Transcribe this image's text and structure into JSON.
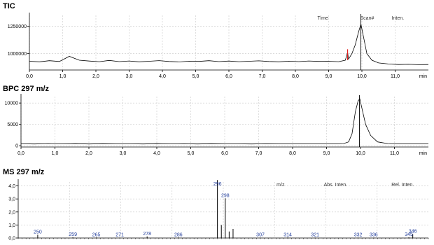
{
  "panels": {
    "tic_title": "TIC",
    "bpc_title": "BPC 297 m/z",
    "ms_title": "MS 297 m/z"
  },
  "colors": {
    "trace": "#000000",
    "grid": "#c8c8c8",
    "marker": "#e02020",
    "mz_label": "#1f3b9a",
    "axis": "#000000"
  },
  "chart_data": [
    {
      "type": "line",
      "title": "TIC",
      "xunit": "min",
      "xlim": [
        0,
        12.0
      ],
      "ylim": [
        850000,
        1350000
      ],
      "xticks": [
        "0,0",
        "1,0",
        "2,0",
        "3,0",
        "4,0",
        "5,0",
        "6,0",
        "7,0",
        "8,0",
        "9,0",
        "10,0",
        "11,0"
      ],
      "yticks": [
        {
          "v": 1000000,
          "label": "1000000"
        },
        {
          "v": 1250000,
          "label": "1250000"
        }
      ],
      "header": [
        "Time",
        "Scan#",
        "Inten."
      ],
      "grid": true,
      "marker_x": 9.57,
      "cursor_x": 9.97,
      "x": [
        0.0,
        0.3,
        0.6,
        0.9,
        1.2,
        1.5,
        1.8,
        2.1,
        2.4,
        2.7,
        3.0,
        3.3,
        3.6,
        3.9,
        4.2,
        4.5,
        4.8,
        5.1,
        5.4,
        5.7,
        6.0,
        6.3,
        6.6,
        6.9,
        7.2,
        7.5,
        7.8,
        8.1,
        8.4,
        8.7,
        9.0,
        9.3,
        9.5,
        9.57,
        9.6,
        9.7,
        9.8,
        9.9,
        9.97,
        10.05,
        10.15,
        10.3,
        10.5,
        10.8,
        11.1,
        11.4,
        11.7,
        12.0
      ],
      "y": [
        930000,
        925000,
        935000,
        928000,
        975000,
        940000,
        932000,
        926000,
        938000,
        927000,
        933000,
        925000,
        930000,
        936000,
        928000,
        924000,
        931000,
        929000,
        935000,
        927000,
        932000,
        926000,
        930000,
        934000,
        928000,
        925000,
        931000,
        927000,
        933000,
        929000,
        930000,
        926000,
        940000,
        1010000,
        950000,
        1000000,
        1080000,
        1200000,
        1270000,
        1150000,
        1000000,
        940000,
        915000,
        905000,
        900000,
        902000,
        899000,
        900000
      ]
    },
    {
      "type": "line",
      "title": "BPC 297 m/z",
      "xunit": "min",
      "xlim": [
        0,
        12.0
      ],
      "ylim": [
        -300,
        11500
      ],
      "xticks": [
        "0,0",
        "1,0",
        "2,0",
        "3,0",
        "4,0",
        "5,0",
        "6,0",
        "7,0",
        "8,0",
        "9,0",
        "10,0",
        "11,0"
      ],
      "yticks": [
        {
          "v": 0,
          "label": "0"
        },
        {
          "v": 5000,
          "label": "5000"
        },
        {
          "v": 10000,
          "label": "10000"
        }
      ],
      "grid": true,
      "cursor_x": 9.97,
      "x": [
        0.0,
        0.4,
        0.8,
        1.2,
        1.6,
        2.0,
        2.4,
        2.8,
        3.2,
        3.6,
        4.0,
        4.4,
        4.8,
        5.2,
        5.6,
        6.0,
        6.4,
        6.8,
        7.2,
        7.6,
        8.0,
        8.4,
        8.8,
        9.2,
        9.5,
        9.65,
        9.75,
        9.85,
        9.93,
        9.98,
        10.05,
        10.15,
        10.3,
        10.5,
        10.8,
        11.1,
        11.4,
        11.7,
        12.0
      ],
      "y": [
        450,
        400,
        500,
        420,
        480,
        410,
        470,
        430,
        460,
        400,
        490,
        420,
        450,
        410,
        470,
        430,
        440,
        410,
        460,
        420,
        450,
        430,
        440,
        420,
        500,
        900,
        2800,
        8000,
        10500,
        11000,
        8500,
        5000,
        2400,
        900,
        500,
        420,
        460,
        430,
        450
      ]
    },
    {
      "type": "bar",
      "title": "MS 297 m/z",
      "xlim": [
        245,
        350
      ],
      "ylim": [
        0,
        4.3
      ],
      "yticks": [
        {
          "v": 0,
          "label": "0,0"
        },
        {
          "v": 1,
          "label": "1,0"
        },
        {
          "v": 2,
          "label": "2,0"
        },
        {
          "v": 3,
          "label": "3,0"
        },
        {
          "v": 4,
          "label": "4,0"
        }
      ],
      "header": [
        "m/z",
        "Abs. Inten.",
        "Rel. Inten."
      ],
      "grid": true,
      "peaks_mz": [
        250,
        259,
        265,
        271,
        278,
        286,
        296,
        297,
        298,
        299,
        300,
        307,
        314,
        321,
        332,
        336,
        345,
        346
      ],
      "peaks_int": [
        0.25,
        0.05,
        0.04,
        0.03,
        0.12,
        0.04,
        4.45,
        1.0,
        3.05,
        0.5,
        0.7,
        0.03,
        0.04,
        0.03,
        0.03,
        0.03,
        0.05,
        0.3
      ],
      "labels": [
        {
          "mz": 250,
          "text": "250"
        },
        {
          "mz": 259,
          "text": "259"
        },
        {
          "mz": 265,
          "text": "265"
        },
        {
          "mz": 271,
          "text": "271"
        },
        {
          "mz": 278,
          "text": "278"
        },
        {
          "mz": 286,
          "text": "286"
        },
        {
          "mz": 296,
          "text": "296"
        },
        {
          "mz": 298,
          "text": "298"
        },
        {
          "mz": 307,
          "text": "307"
        },
        {
          "mz": 314,
          "text": "314"
        },
        {
          "mz": 321,
          "text": "321"
        },
        {
          "mz": 332,
          "text": "332"
        },
        {
          "mz": 336,
          "text": "336"
        },
        {
          "mz": 345,
          "text": "345"
        },
        {
          "mz": 346,
          "text": "346"
        }
      ]
    }
  ]
}
